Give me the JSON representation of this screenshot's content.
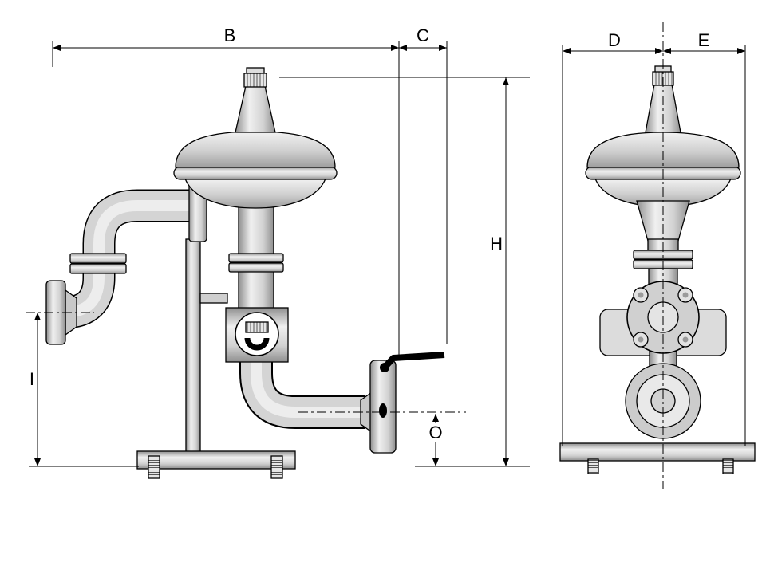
{
  "dimensions": {
    "b": "B",
    "c": "C",
    "d": "D",
    "e": "E",
    "h": "H",
    "i": "I",
    "o": "O"
  },
  "colors": {
    "line": "#000000",
    "metal_light": "#efefef",
    "metal_mid": "#d4d4d4",
    "metal_dark": "#8f8f8f",
    "handle": "#000000",
    "background": "#ffffff"
  }
}
